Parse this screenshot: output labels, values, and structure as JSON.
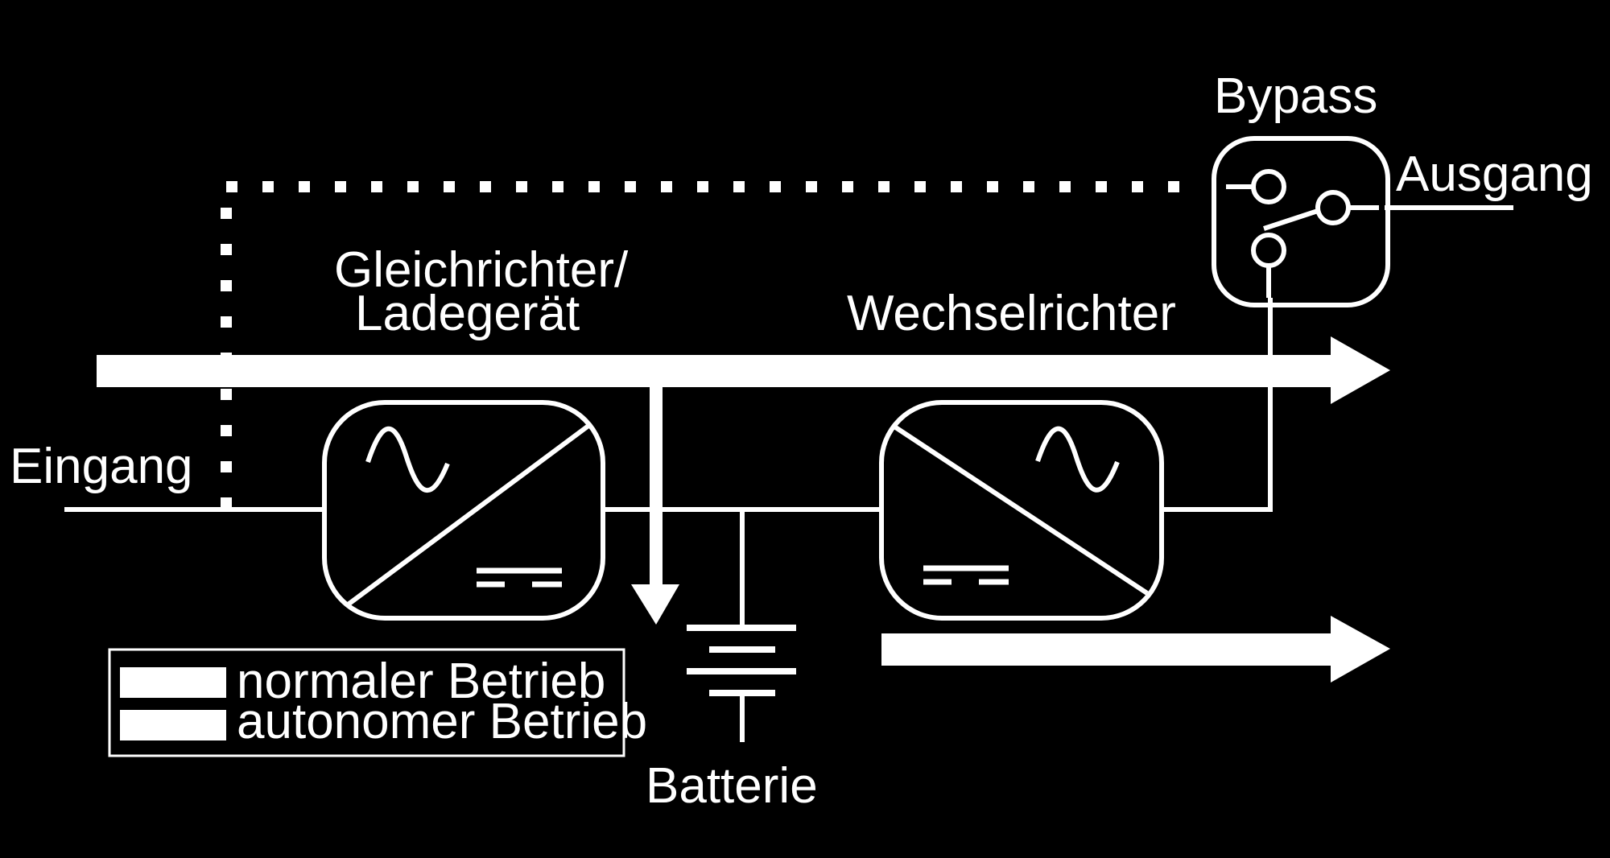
{
  "labels": {
    "bypass": "Bypass",
    "output": "Ausgang",
    "rectifier_line1": "Gleichrichter/",
    "rectifier_line2": "Ladegerät",
    "inverter": "Wechselrichter",
    "input": "Eingang",
    "battery": "Batterie"
  },
  "legend": {
    "items": [
      {
        "label": "normaler Betrieb"
      },
      {
        "label": "autonomer Betrieb"
      }
    ]
  },
  "colors": {
    "background": "#000000",
    "foreground": "#ffffff"
  }
}
